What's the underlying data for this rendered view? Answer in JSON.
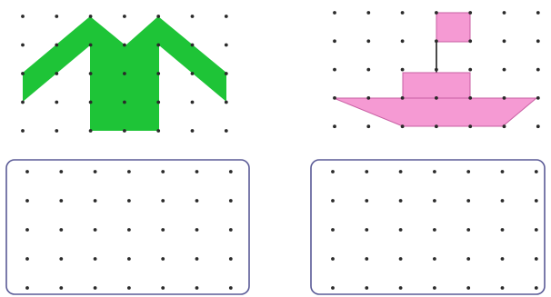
{
  "colors": {
    "background": "#ffffff",
    "dot": "#2a2a2a",
    "shirt_fill": "#1ec437",
    "boat_fill": "#f59ad3",
    "boat_stroke": "#c85fa3",
    "mast": "#111111",
    "box_border": "#5a5a96"
  },
  "figures": [
    {
      "name": "shirt-figure",
      "shape_color": "shirt_fill"
    },
    {
      "name": "boat-figure",
      "shape_color": "boat_fill"
    }
  ],
  "empty_grids": [
    {
      "name": "empty-grid-left"
    },
    {
      "name": "empty-grid-right"
    }
  ]
}
